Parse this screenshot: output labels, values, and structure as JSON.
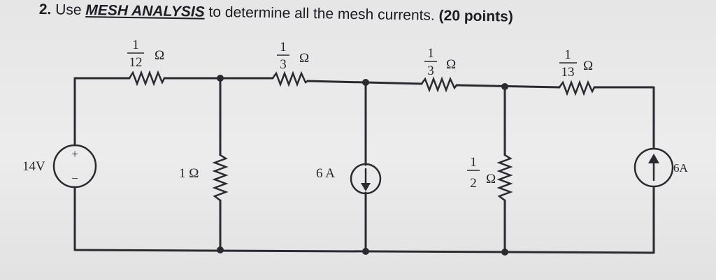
{
  "question": {
    "number": "2.",
    "pre": "Use ",
    "keyword": "MESH ANALYSIS",
    "post": " to determine all the mesh currents.",
    "points": "(20 points)"
  },
  "components": {
    "r1": {
      "num": "1",
      "den": "12",
      "unit": "Ω"
    },
    "r2": {
      "num": "1",
      "den": "3",
      "unit": "Ω"
    },
    "r3": {
      "num": "1",
      "den": "3",
      "unit": "Ω"
    },
    "r4": {
      "num": "1",
      "den": "13",
      "unit": "Ω"
    },
    "r5": {
      "value": "1 Ω"
    },
    "r6": {
      "num": "1",
      "den": "2",
      "unit": "Ω"
    },
    "vsource": {
      "value": "14V",
      "plus": "+",
      "minus": "−"
    },
    "isource_down": {
      "value": "6 A"
    },
    "isource_up": {
      "value": "6A"
    }
  }
}
